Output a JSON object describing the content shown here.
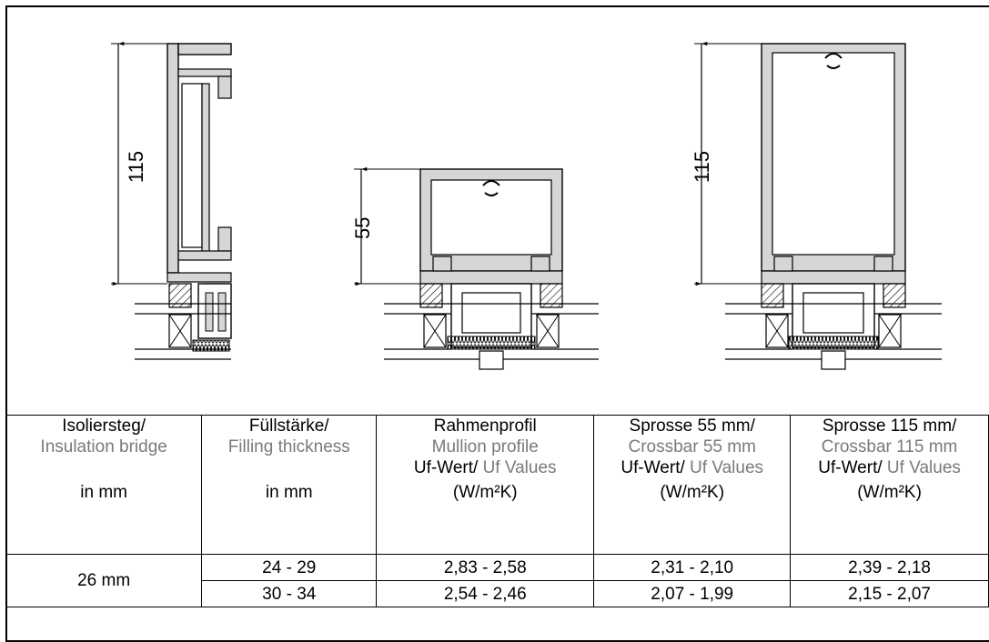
{
  "dimensions": {
    "left_height": "115",
    "middle_height": "55",
    "right_height": "115"
  },
  "table": {
    "headers": [
      {
        "de": "Isoliersteg/",
        "en": "Insulation bridge",
        "extra_de": "",
        "extra_en": "",
        "unit": "in mm"
      },
      {
        "de": "Füllstärke/",
        "en": "Filling thickness",
        "extra_de": "",
        "extra_en": "",
        "unit": "in mm"
      },
      {
        "de": "Rahmenprofil",
        "en": "Mullion profile",
        "extra_de": "Uf-Wert/",
        "extra_en": "Uf Values",
        "unit": "(W/m²K)"
      },
      {
        "de": "Sprosse 55 mm/",
        "en": "Crossbar 55 mm",
        "extra_de": "Uf-Wert/",
        "extra_en": "Uf Values",
        "unit": "(W/m²K)"
      },
      {
        "de": "Sprosse 115 mm/",
        "en": "Crossbar 115 mm",
        "extra_de": "Uf-Wert/",
        "extra_en": "Uf Values",
        "unit": "(W/m²K)"
      }
    ],
    "bridge": "26 mm",
    "rows": [
      {
        "filling": "24 - 29",
        "mullion": "2,83 - 2,58",
        "crossbar55": "2,31 - 2,10",
        "crossbar115": "2,39 - 2,18"
      },
      {
        "filling": "30 - 34",
        "mullion": "2,54 - 2,46",
        "crossbar55": "2,07 - 1,99",
        "crossbar115": "2,15 - 2,07"
      }
    ]
  }
}
